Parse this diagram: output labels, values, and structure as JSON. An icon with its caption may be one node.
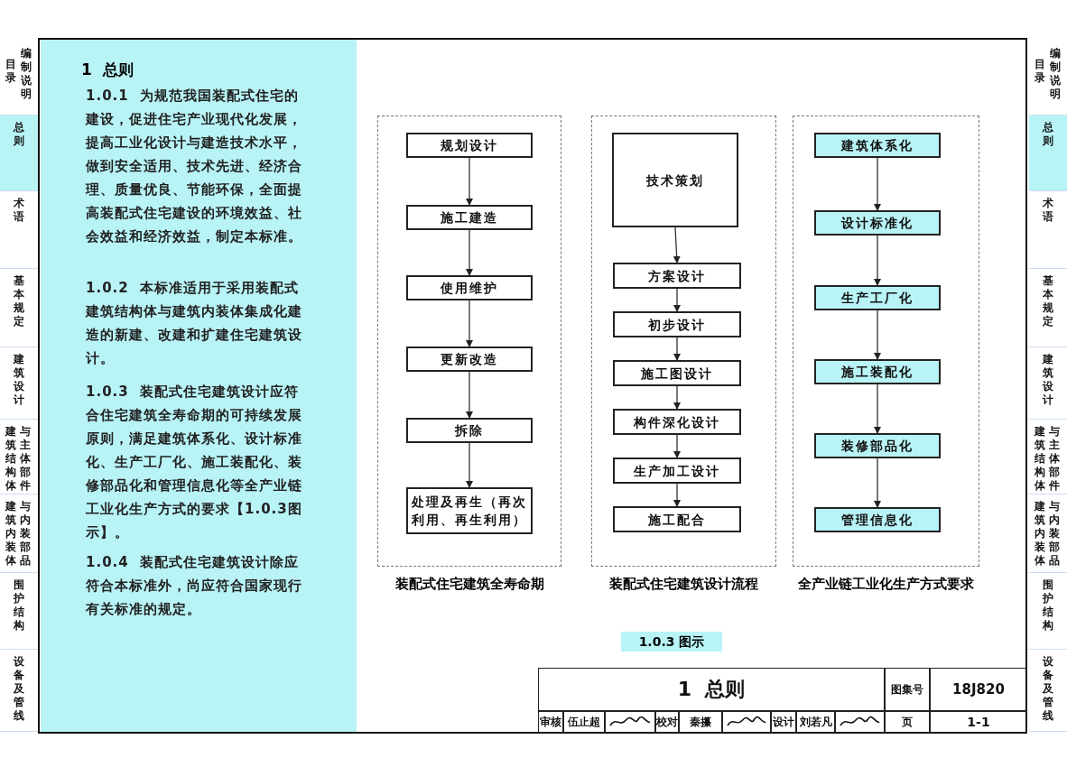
{
  "diagram": {
    "nodes": [
      {
        "text": [
          "装配式住宅建筑全寿命期"
        ]
      },
      {
        "text": [
          "规划设计"
        ],
        "in": 0
      },
      {
        "text": [
          "施工建造"
        ],
        "in": 0
      },
      {
        "text": [
          "使用维护"
        ],
        "in": 0
      },
      {
        "text": [
          "更新改造"
        ],
        "in": 0
      },
      {
        "text": [
          "拆除"
        ],
        "in": 0
      },
      {
        "text": [
          "处理及再生（再次利用、再生利用）"
        ],
        "in": 0
      },
      {
        "text": [
          "装配式住宅建筑设计流程"
        ]
      },
      {
        "text": [
          "技术策划"
        ],
        "in": 7
      },
      {
        "text": [
          "方案设计"
        ],
        "in": 7
      },
      {
        "text": [
          "初步设计"
        ],
        "in": 7
      },
      {
        "text": [
          "施工图设计"
        ],
        "in": 7
      },
      {
        "text": [
          "构件深化设计"
        ],
        "in": 7
      },
      {
        "text": [
          "生产加工设计"
        ],
        "in": 7
      },
      {
        "text": [
          "施工配合"
        ],
        "in": 7
      },
      {
        "text": [
          "全产业链工业化生产方式要求"
        ]
      },
      {
        "text": [
          "建筑体系化"
        ],
        "in": 15
      },
      {
        "text": [
          "设计标准化"
        ],
        "in": 15
      },
      {
        "text": [
          "生产工厂化"
        ],
        "in": 15
      },
      {
        "text": [
          "施工装配化"
        ],
        "in": 15
      },
      {
        "text": [
          "装修部品化"
        ],
        "in": 15
      },
      {
        "text": [
          "管理信息化"
        ],
        "in": 15
      }
    ],
    "edges": [
      {
        "from": 1,
        "to": 2,
        "arrow": "to"
      },
      {
        "from": 2,
        "to": 3,
        "arrow": "to"
      },
      {
        "from": 3,
        "to": 4,
        "arrow": "to"
      },
      {
        "from": 4,
        "to": 5,
        "arrow": "to"
      },
      {
        "from": 5,
        "to": 6,
        "arrow": "to"
      },
      {
        "from": 8,
        "to": 9,
        "arrow": "to"
      },
      {
        "from": 9,
        "to": 10,
        "arrow": "to"
      },
      {
        "from": 10,
        "to": 11,
        "arrow": "to"
      },
      {
        "from": 11,
        "to": 12,
        "arrow": "to"
      },
      {
        "from": 12,
        "to": 13,
        "arrow": "to"
      },
      {
        "from": 13,
        "to": 14,
        "arrow": "to"
      },
      {
        "from": 16,
        "to": 17,
        "arrow": "to"
      },
      {
        "from": 17,
        "to": 18,
        "arrow": "to"
      },
      {
        "from": 18,
        "to": 19,
        "arrow": "to"
      },
      {
        "from": 19,
        "to": 20,
        "arrow": "to"
      },
      {
        "from": 20,
        "to": 21,
        "arrow": "to"
      }
    ],
    "labels": [
      "目录",
      "编制说明",
      "总则",
      "术语",
      "基本规定",
      "建筑设计",
      "建筑结构体与主体部件",
      "建筑内装体与内装部品",
      "围护结构",
      "设备及管线",
      "1  总则",
      "1.0.1  为规范我国装配式住宅的建设，促进住宅产业现代化发展，提高工业化设计与建造技术水平，做到安全适用、技术先进、经济合理、质量优良、节能环保，全面提高装配式住宅建设的环境效益、社会效益和经济效益，制定本标准。",
      "1.0.2  本标准适用于采用装配式建筑结构体与建筑内装体集成化建造的新建、改建和扩建住宅建筑设计。",
      "1.0.3  装配式住宅建筑设计应符合住宅建筑全寿命期的可持续发展原则，满足建筑体系化、设计标准化、生产工厂化、施工装配化、装修部品化和管理信息化等全产业链工业化生产方式的要求【1.0.3图示】。",
      "1.0.4  装配式住宅建筑设计除应符合本标准外，尚应符合国家现行有关标准的规定。",
      "1.0.3 图示",
      "1  总则",
      "图集号",
      "18J820",
      "审核",
      "伍止超",
      "校对",
      "秦攥",
      "设计",
      "刘若凡",
      "页",
      "1-1",
      "目录",
      "编制说明",
      "总则",
      "术语",
      "基本规定",
      "建筑设计",
      "建筑结构体与主体部件",
      "建筑内装体与内装部品",
      "围护结构",
      "设备及管线"
    ]
  }
}
